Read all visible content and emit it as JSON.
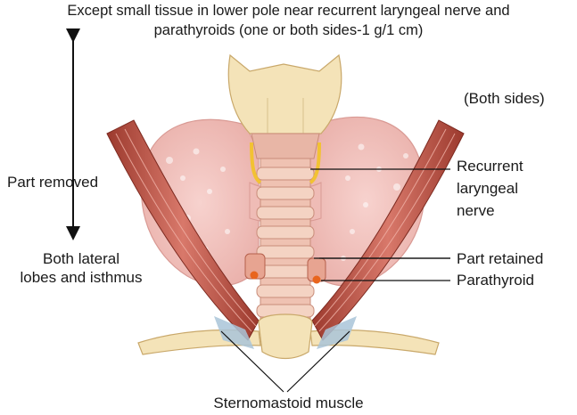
{
  "title": {
    "line1": "Except small tissue in lower pole near recurrent laryngeal nerve and",
    "line2": "parathyroids (one or both sides-1 g/1 cm)"
  },
  "labels": {
    "both_sides": "(Both sides)",
    "part_removed": "Part removed",
    "lateral_line1": "Both lateral",
    "lateral_line2": "lobes and isthmus",
    "recurrent_line1": "Recurrent",
    "recurrent_line2": "laryngeal",
    "recurrent_line3": "nerve",
    "part_retained": "Part retained",
    "parathyroid": "Parathyroid",
    "sternomastoid": "Sternomastoid muscle"
  },
  "colors": {
    "thyroid": "#f3c4c0",
    "cartilage": "#f4e3b8",
    "muscle": "#c25a4a",
    "tendon": "#a9c4d8",
    "parathyroid": "#e8651e"
  }
}
